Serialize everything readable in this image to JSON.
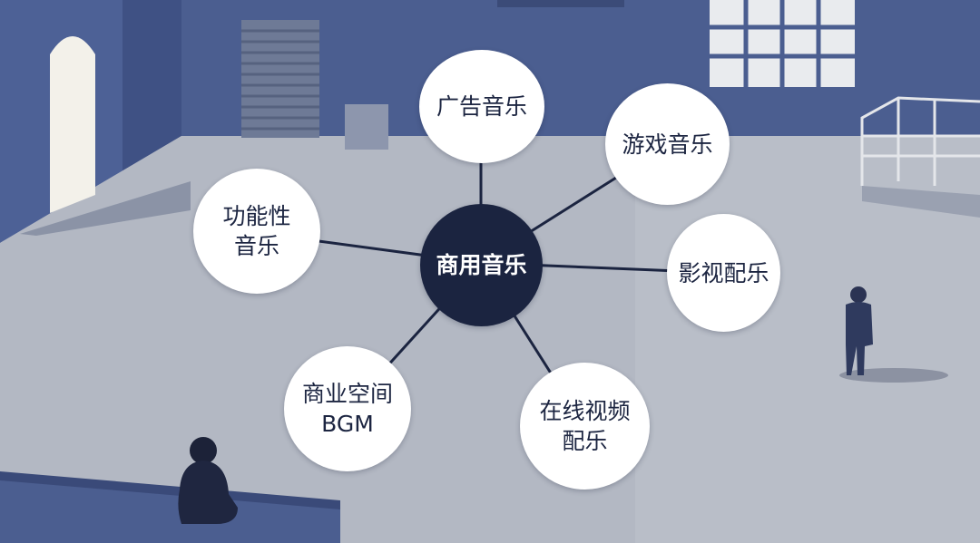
{
  "diagram": {
    "center": {
      "label": "商用音乐"
    },
    "nodes": [
      {
        "id": "ad",
        "lines": [
          "广告音乐"
        ]
      },
      {
        "id": "game",
        "lines": [
          "游戏音乐"
        ]
      },
      {
        "id": "film",
        "lines": [
          "影视配乐"
        ]
      },
      {
        "id": "online",
        "lines": [
          "在线视频",
          "配乐"
        ]
      },
      {
        "id": "space",
        "lines": [
          "商业空间",
          "BGM"
        ]
      },
      {
        "id": "functional",
        "lines": [
          "功能性",
          "音乐"
        ]
      }
    ]
  },
  "colors": {
    "center_fill": "#1b2440",
    "node_fill": "#ffffff",
    "node_text": "#1c2541",
    "connector": "#1b2440",
    "wall": "#4a5d8f",
    "floor": "#b8bdc7"
  }
}
